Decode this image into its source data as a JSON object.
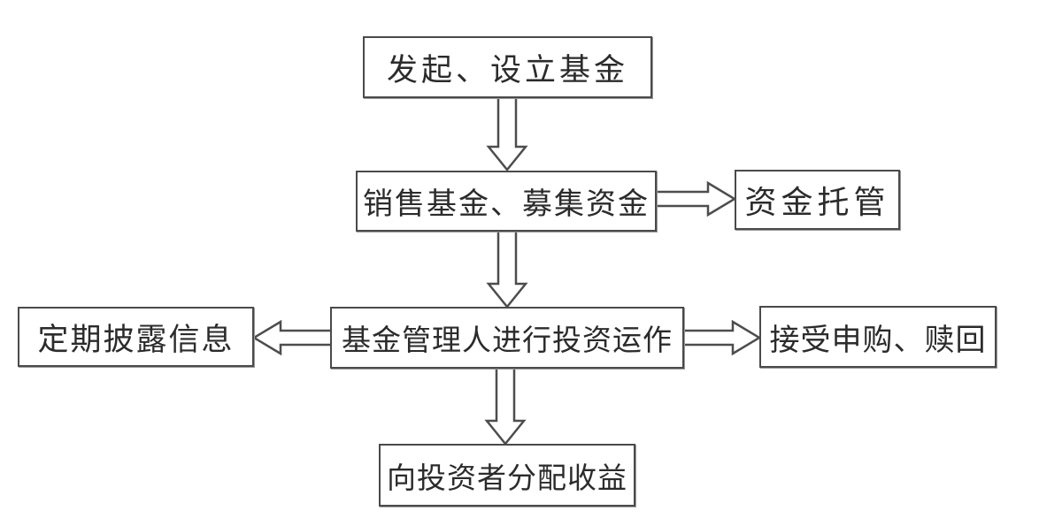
{
  "diagram": {
    "type": "flowchart",
    "topic": "fund-operation-process",
    "colors": {
      "background": "#ffffff",
      "box_fill": "#ffffff",
      "box_border": "#4a4a4a",
      "arrow_stroke": "#4d4d4d",
      "text": "#2b2b2b"
    },
    "nodes": {
      "initiate": {
        "label": "发起、设立基金"
      },
      "sell": {
        "label": "销售基金、募集资金"
      },
      "custody": {
        "label": "资金托管"
      },
      "manager": {
        "label": "基金管理人进行投资运作"
      },
      "disclose": {
        "label": "定期披露信息"
      },
      "redeem": {
        "label": "接受申购、赎回"
      },
      "distribute": {
        "label": "向投资者分配收益"
      }
    },
    "edges": [
      {
        "from": "发起、设立基金",
        "to": "销售基金、募集资金",
        "direction": "down"
      },
      {
        "from": "销售基金、募集资金",
        "to": "资金托管",
        "direction": "right"
      },
      {
        "from": "销售基金、募集资金",
        "to": "基金管理人进行投资运作",
        "direction": "down"
      },
      {
        "from": "基金管理人进行投资运作",
        "to": "定期披露信息",
        "direction": "left"
      },
      {
        "from": "基金管理人进行投资运作",
        "to": "接受申购、赎回",
        "direction": "right"
      },
      {
        "from": "基金管理人进行投资运作",
        "to": "向投资者分配收益",
        "direction": "down"
      }
    ]
  }
}
